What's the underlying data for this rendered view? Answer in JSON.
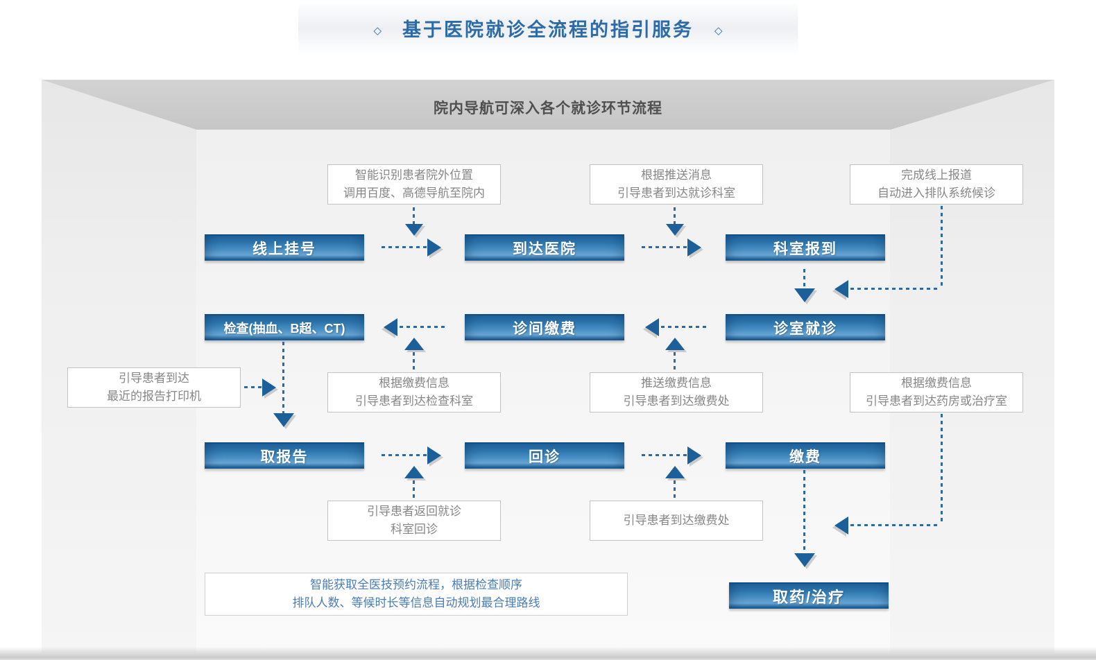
{
  "title": {
    "text": "基于医院就诊全流程的指引服务",
    "decor_left": "◇",
    "decor_right": "◇"
  },
  "subtitle": "院内导航可深入各个就诊环节流程",
  "flow_boxes": [
    {
      "id": "online-registration",
      "label": "线上挂号"
    },
    {
      "id": "arrive-hospital",
      "label": "到达医院"
    },
    {
      "id": "department-checkin",
      "label": "科室报到"
    },
    {
      "id": "examination",
      "label": "检查(抽血、B超、CT)"
    },
    {
      "id": "clinic-payment",
      "label": "诊间缴费"
    },
    {
      "id": "consulting-room-visit",
      "label": "诊室就诊"
    },
    {
      "id": "get-report",
      "label": "取报告"
    },
    {
      "id": "return-visit",
      "label": "回诊"
    },
    {
      "id": "payment",
      "label": "缴费"
    },
    {
      "id": "pharmacy-treatment",
      "label": "取药/治疗"
    }
  ],
  "annotations": [
    {
      "lines": [
        "智能识别患者院外位置",
        "调用百度、高德导航至院内"
      ]
    },
    {
      "lines": [
        "根据推送消息",
        "引导患者到达就诊科室"
      ]
    },
    {
      "lines": [
        "完成线上报道",
        "自动进入排队系统候诊"
      ]
    },
    {
      "lines": [
        "引导患者到达",
        "最近的报告打印机"
      ]
    },
    {
      "lines": [
        "根据缴费信息",
        "引导患者到达检查科室"
      ]
    },
    {
      "lines": [
        "推送缴费信息",
        "引导患者到达缴费处"
      ]
    },
    {
      "lines": [
        "根据缴费信息",
        "引导患者到达药房或治疗室"
      ]
    },
    {
      "lines": [
        "引导患者返回就诊",
        "科室回诊"
      ]
    },
    {
      "lines": [
        "引导患者到达缴费处"
      ]
    },
    {
      "lines": [
        "智能获取全医技预约流程，根据检查顺序",
        "排队人数、等候时长等信息自动规划最合理路线"
      ]
    }
  ],
  "colors": {
    "accent_blue": "#2d6ba6",
    "arrow_blue": "#1d5f99",
    "box_blue_dark": "#1c5c94",
    "box_blue_light": "#6ba7d6",
    "note_text_gray": "#868686",
    "note_text_blue": "#4a7cb5",
    "banner_gray": "#c9c9c9",
    "subtitle_text": "#4f4f4f"
  }
}
